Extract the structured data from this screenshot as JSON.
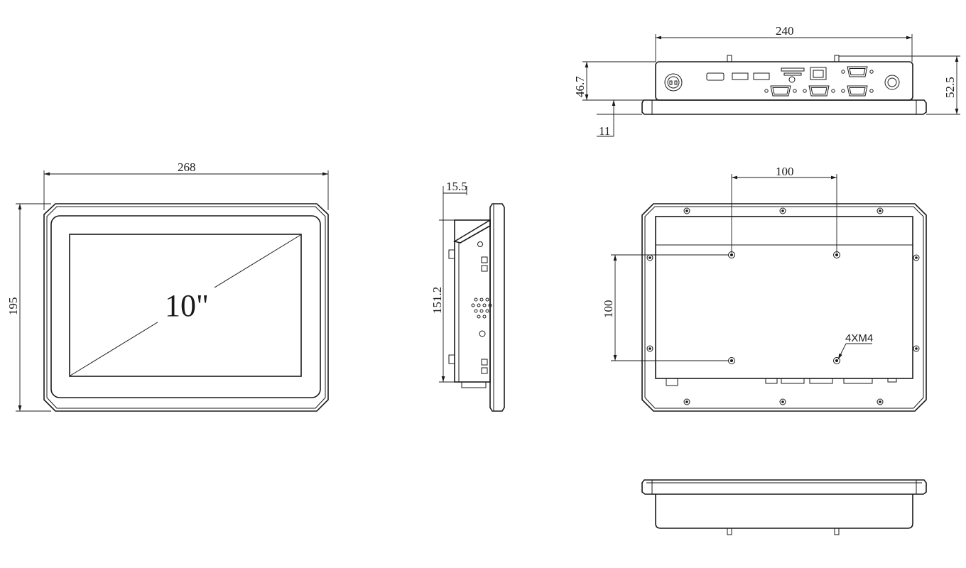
{
  "front_view": {
    "width_dim": "268",
    "height_dim": "195",
    "screen_size": "10\""
  },
  "side_view": {
    "depth_dim": "15.5",
    "height_dim": "151.2"
  },
  "top_view": {
    "width_dim": "240",
    "body_height_dim": "46.7",
    "total_height_dim": "52.5",
    "bezel_dim": "11"
  },
  "rear_view": {
    "vesa_h_dim": "100",
    "vesa_v_dim": "100",
    "screw_label": "4XM4"
  },
  "bottom_view": {}
}
